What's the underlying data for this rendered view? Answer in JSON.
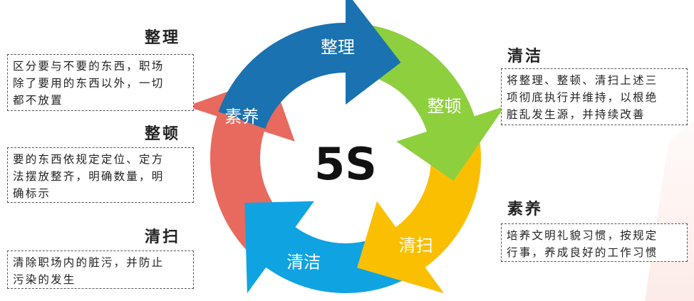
{
  "center": "5S",
  "cycle": [
    {
      "key": "seiri",
      "label": "整理",
      "color": "#1A72B0"
    },
    {
      "key": "seiton",
      "label": "整顿",
      "color": "#8ECF3E"
    },
    {
      "key": "seiso",
      "label": "清扫",
      "color": "#FBBF02"
    },
    {
      "key": "seiketsu",
      "label": "清洁",
      "color": "#10A3E2"
    },
    {
      "key": "shitsuke",
      "label": "素养",
      "color": "#E86A5E"
    }
  ],
  "left_panels": [
    {
      "title": "整理",
      "lines": [
        "区分要与不要的东西，职场",
        "除了要用的东西以外，一切",
        "都不放置"
      ]
    },
    {
      "title": "整顿",
      "lines": [
        "要的东西依规定定位、定方",
        "法摆放整齐，明确数量，明",
        "确标示"
      ]
    },
    {
      "title": "清扫",
      "lines": [
        "清除职场内的脏污，并防止",
        "污染的发生"
      ]
    }
  ],
  "right_panels": [
    {
      "title": "清洁",
      "lines": [
        "将整理、整顿、清扫上述三",
        "项彻底执行并维持，以根绝",
        "脏乱发生源，并持续改善"
      ]
    },
    {
      "title": "素养",
      "lines": [
        "培养文明礼貌习惯，按规定",
        "行事，养成良好的工作习惯"
      ]
    }
  ]
}
